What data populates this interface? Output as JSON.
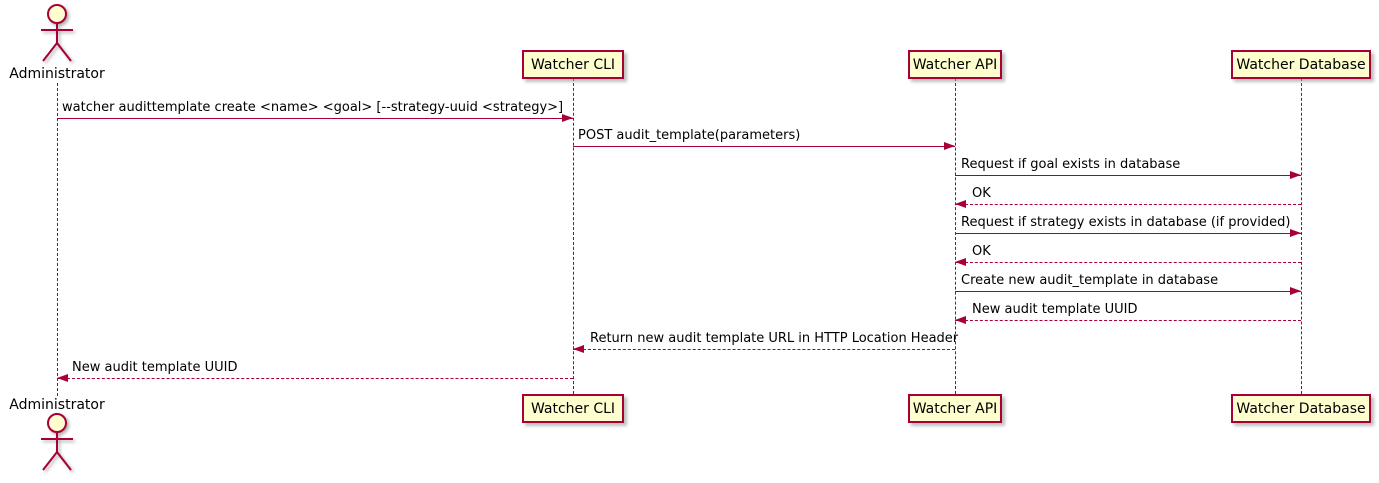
{
  "diagram": {
    "diagram_type": "uml-sequence",
    "colors": {
      "line": "#A80036",
      "box_border": "#A80036",
      "box_fill": "#FEFECE",
      "text": "#000000",
      "background": "#FFFFFF"
    },
    "participants": [
      {
        "name": "Administrator",
        "kind": "actor"
      },
      {
        "name": "Watcher CLI",
        "kind": "participant"
      },
      {
        "name": "Watcher API",
        "kind": "participant"
      },
      {
        "name": "Watcher Database",
        "kind": "participant"
      }
    ],
    "messages": [
      {
        "from": "Administrator",
        "to": "Watcher CLI",
        "style": "solid",
        "label": "watcher audittemplate create <name> <goal> [--strategy-uuid <strategy>]"
      },
      {
        "from": "Watcher CLI",
        "to": "Watcher API",
        "style": "solid",
        "label": "POST audit_template(parameters)"
      },
      {
        "from": "Watcher API",
        "to": "Watcher Database",
        "style": "solid",
        "label": "Request if goal exists in database"
      },
      {
        "from": "Watcher Database",
        "to": "Watcher API",
        "style": "dashed",
        "label": "OK"
      },
      {
        "from": "Watcher API",
        "to": "Watcher Database",
        "style": "solid",
        "label": "Request if strategy exists in database (if provided)"
      },
      {
        "from": "Watcher Database",
        "to": "Watcher API",
        "style": "dashed",
        "label": "OK"
      },
      {
        "from": "Watcher API",
        "to": "Watcher Database",
        "style": "solid",
        "label": "Create new audit_template in database"
      },
      {
        "from": "Watcher Database",
        "to": "Watcher API",
        "style": "dashed",
        "label": "New audit template UUID"
      },
      {
        "from": "Watcher API",
        "to": "Watcher CLI",
        "style": "dashed",
        "label": "Return new audit template URL in HTTP Location Header"
      },
      {
        "from": "Watcher CLI",
        "to": "Administrator",
        "style": "dashed",
        "label": "New audit template UUID"
      }
    ]
  }
}
